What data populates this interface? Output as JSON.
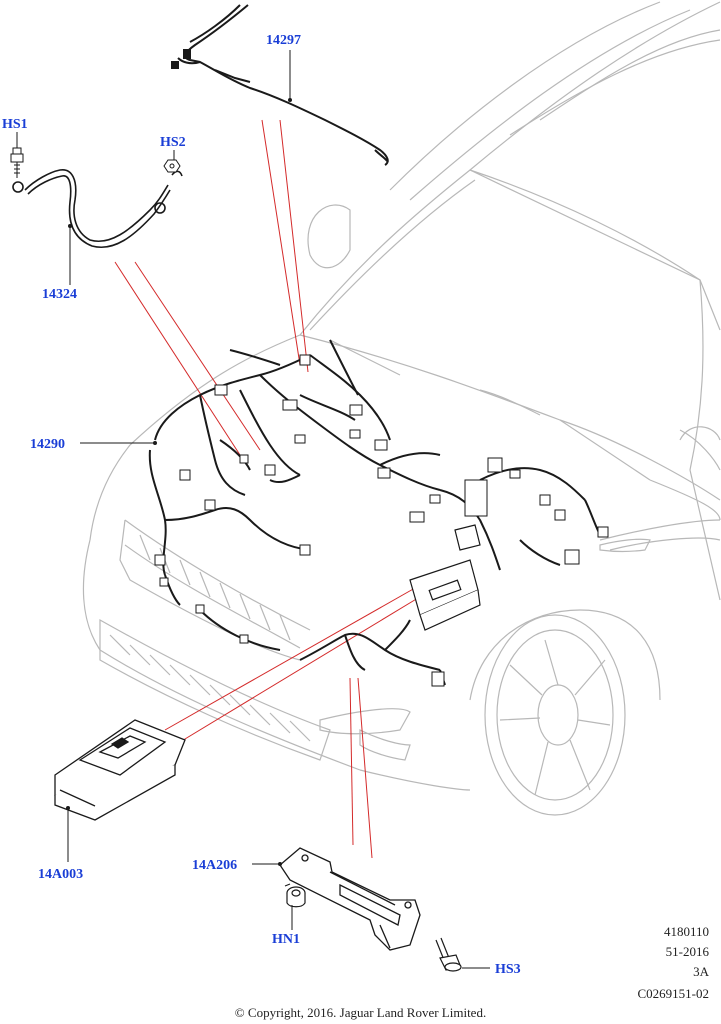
{
  "callouts": {
    "p14297": "14297",
    "hs1": "HS1",
    "hs2": "HS2",
    "p14324": "14324",
    "p14290": "14290",
    "p14a003": "14A003",
    "p14a206": "14A206",
    "hn1": "HN1",
    "hs3": "HS3"
  },
  "meta": {
    "code": "4180110",
    "date": "51-2016",
    "revision": "3A",
    "image_code": "C0269151-02"
  },
  "copyright": "© Copyright, 2016. Jaguar Land Rover Limited.",
  "colors": {
    "callout": "#1a3ed6",
    "leader_red": "#d42a2a",
    "outline": "#b8b8b8",
    "harness": "#1a1a1a"
  }
}
